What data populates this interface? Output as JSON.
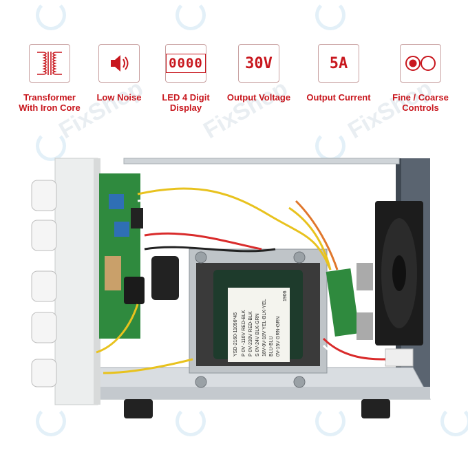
{
  "features": [
    {
      "label": "Transformer\nWith Iron Core",
      "icon": "transformer-coil-icon"
    },
    {
      "label": "Low Noise",
      "icon": "speaker-icon"
    },
    {
      "label": "LED 4 Digit\nDisplay",
      "icon": "four-digit-display-icon",
      "display_text": "0000"
    },
    {
      "label": "Output Voltage",
      "icon": "voltage-display-icon",
      "display_text": "30V"
    },
    {
      "label": "Output Current",
      "icon": "current-display-icon",
      "display_text": "5A"
    },
    {
      "label": "Fine / Coarse\nControls",
      "icon": "fine-coarse-knobs-icon"
    }
  ],
  "watermark": "FixShop",
  "transformer_label": {
    "model": "YSD-2160-11096*45",
    "lines": [
      "P 0V -110V RED-BLK",
      "P 0V-230V RED-BLK",
      "S 0V-24V BLK-GRN",
      "18V-0V-18V YEL-BLK-YEL",
      "BLU-BLU",
      "0V-15V GRN-GRN"
    ],
    "code": "1906"
  },
  "colors": {
    "accent": "#c8171e",
    "chassis": "#5a6470",
    "board": "#2f8a3e"
  }
}
